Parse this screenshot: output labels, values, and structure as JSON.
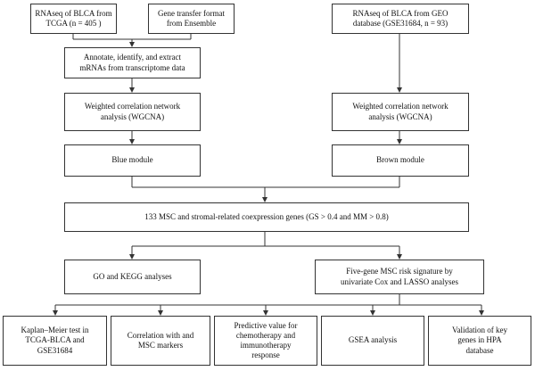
{
  "diagram": {
    "nodes": {
      "tcga": "RNAseq of BLCA from\nTCGA (n = 405 )",
      "gtf": "Gene transfer format\nfrom Ensemble",
      "geo": "RNAseq of BLCA from GEO\ndatabase (GSE31684, n = 93)",
      "annotate": "Annotate, identify, and extract\nmRNAs from transcriptome data",
      "wgcna_left": "Weighted correlation network\nanalysis (WGCNA)",
      "wgcna_right": "Weighted correlation network\nanalysis (WGCNA)",
      "blue": "Blue module",
      "brown": "Brown module",
      "coexp": "133 MSC and stromal-related coexpression genes (GS > 0.4 and MM > 0.8)",
      "go_kegg": "GO and KEGG analyses",
      "signature": "Five-gene MSC risk signature by\nunivariate Cox and LASSO analyses",
      "km": "Kaplan–Meier test in\nTCGA-BLCA and\nGSE31684",
      "correlation": "Correlation with and\nMSC markers",
      "predictive": "Predictive value for\nchemotherapy and\nimmunotherapy\nresponse",
      "gsea": "GSEA analysis",
      "hpa": "Validation of key\ngenes in HPA\ndatabase"
    }
  }
}
